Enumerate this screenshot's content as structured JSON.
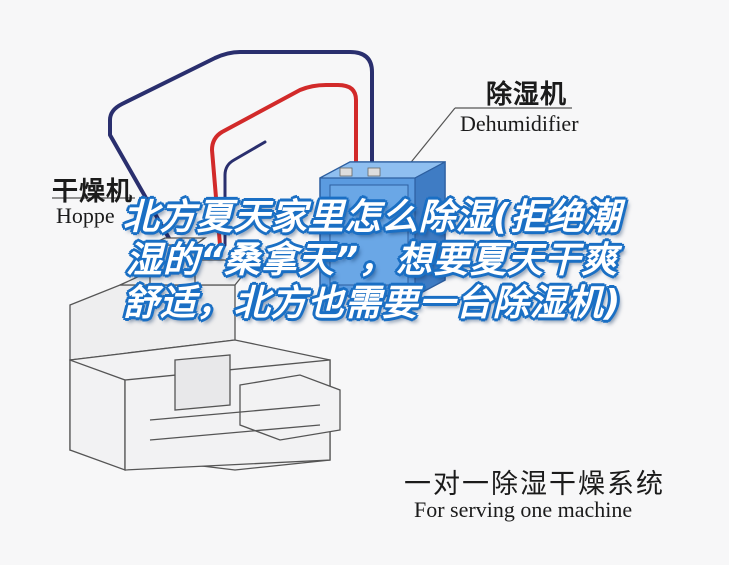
{
  "labels": {
    "dehumidifier_cn": "除湿机",
    "dehumidifier_en": "Dehumidifier",
    "hopper_cn": "干燥机",
    "hopper_en": "Hoppe",
    "system_cn": "一对一除湿干燥系统",
    "system_en": "For serving one machine"
  },
  "overlay": {
    "title": "北方夏天家里怎么除湿(拒绝潮湿的“桑拿天”，想要夏天干爽舒适，北方也需要一台除湿机)"
  },
  "colors": {
    "background": "#f7f7f8",
    "pipe_red": "#d22a2a",
    "pipe_navy": "#2a2f6e",
    "dehumidifier_blue": "#4f8fd8",
    "overlay_text": "#ffffff",
    "overlay_outline": "#1a6fc4"
  }
}
